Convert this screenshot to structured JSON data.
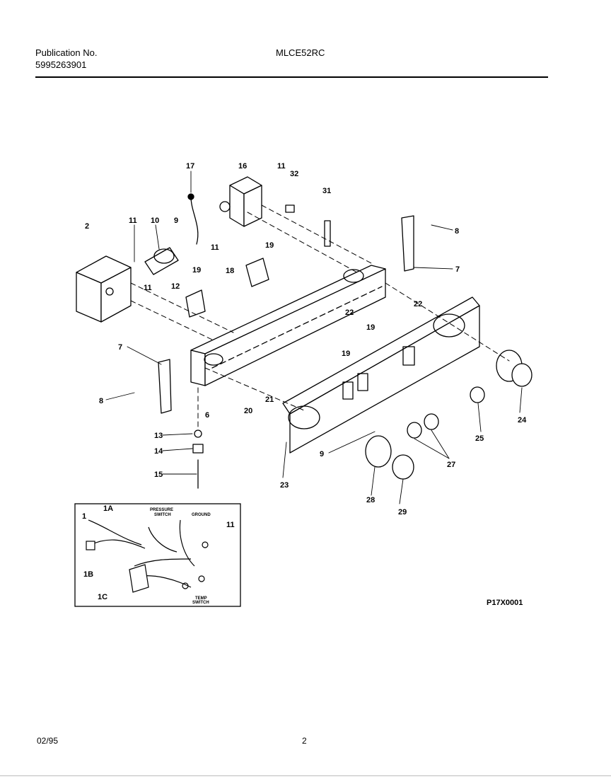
{
  "header": {
    "publication_label": "Publication No.",
    "publication_number": "5995263901",
    "model": "MLCE52RC"
  },
  "callouts": {
    "c17": "17",
    "c16": "16",
    "c11a": "11",
    "c32": "32",
    "c31": "31",
    "c2": "2",
    "c11b": "11",
    "c10": "10",
    "c9a": "9",
    "c8a": "8",
    "c11c": "11",
    "c19a": "19",
    "c18": "18",
    "c19b": "19",
    "c7a": "7",
    "c11d": "11",
    "c12": "12",
    "c22a": "22",
    "c22b": "22",
    "c19c": "19",
    "c19d": "19",
    "c7b": "7",
    "c8b": "8",
    "c6": "6",
    "c20": "20",
    "c21": "21",
    "c24": "24",
    "c25": "25",
    "c13": "13",
    "c14": "14",
    "c15": "15",
    "c9b": "9",
    "c27": "27",
    "c23": "23",
    "c28": "28",
    "c29": "29"
  },
  "inset": {
    "c1": "1",
    "c1a": "1A",
    "pressure_line1": "PRESSURE",
    "pressure_line2": "SWITCH",
    "ground": "GROUND",
    "c11": "11",
    "c1b": "1B",
    "c1c": "1C",
    "temp_line1": "TEMP",
    "temp_line2": "SWITCH"
  },
  "diagram_code": "P17X0001",
  "footer": {
    "date": "02/95",
    "page": "2"
  }
}
